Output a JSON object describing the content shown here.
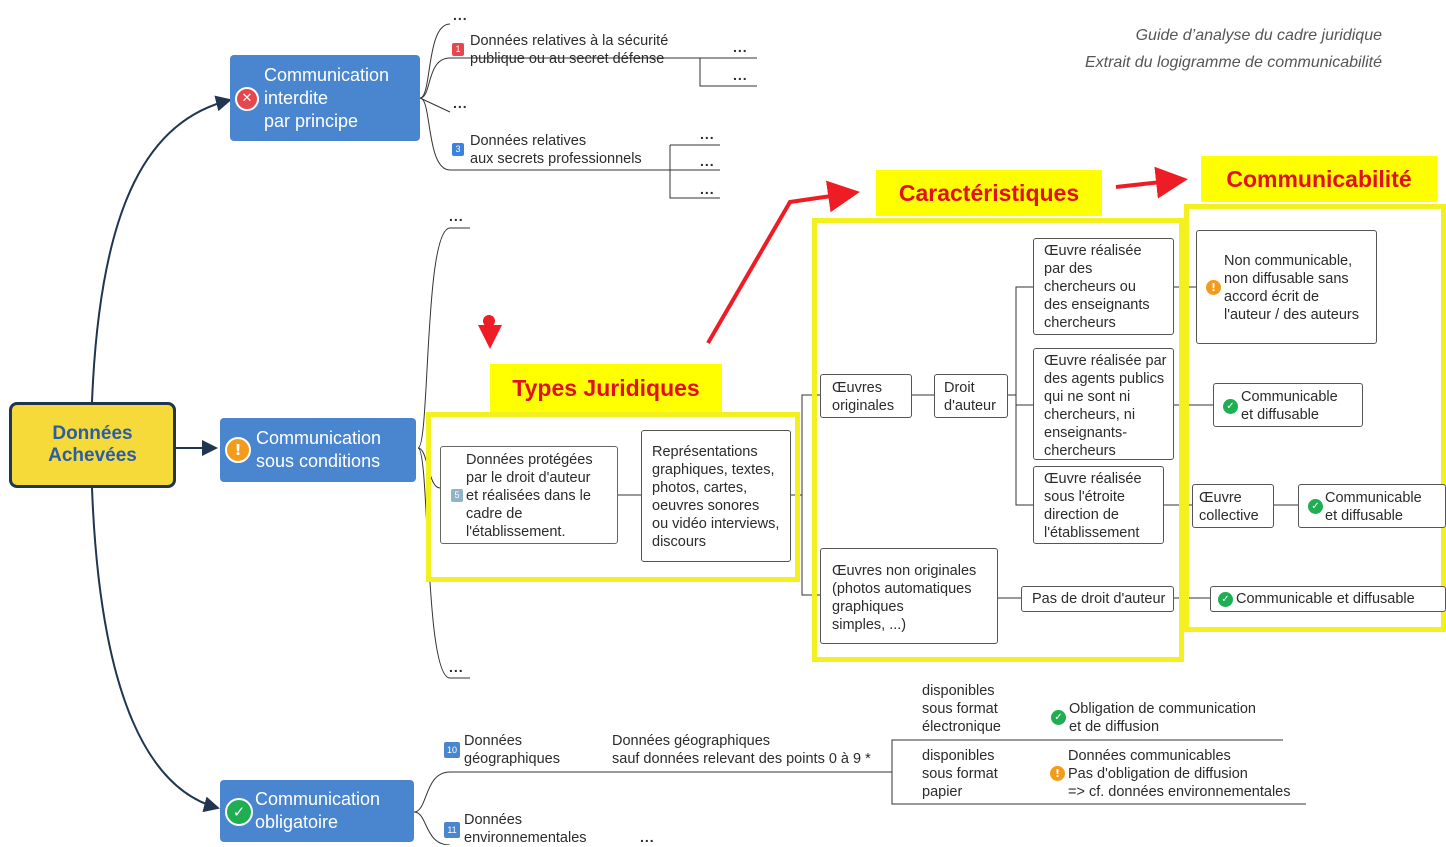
{
  "legend": {
    "line1": "Guide d’analyse du cadre juridique",
    "line2": "Extrait du logigramme de communicabilité"
  },
  "root": {
    "label": "Données\nAchevées",
    "color": "#f5da3a"
  },
  "categories": [
    {
      "label": "Communication\ninterdite\npar principe",
      "icon": "x-circle-icon"
    },
    {
      "label": "Communication\nsous conditions",
      "icon": "warning-icon"
    },
    {
      "label": "Communication\nobligatoire",
      "icon": "check-circle-icon"
    }
  ],
  "ellipsis": "...",
  "interdite": {
    "item1": {
      "num": "1",
      "label": "Données relatives à la sécurité\npublique ou au secret défense",
      "num_color": "#e5474f"
    },
    "item3": {
      "num": "3",
      "label": "Données relatives\naux secrets professionnels",
      "num_color": "#3b82e0"
    }
  },
  "conditions": {
    "item5": {
      "num": "5",
      "label": "Données protégées\npar le droit d'auteur\net réalisées dans le\ncadre de\nl'établissement."
    },
    "representations": "Représentations\ngraphiques, textes,\nphotos, cartes,\noeuvres sonores\nou vidéo interviews,\ndiscours",
    "oeuvres_originales": "Œuvres\noriginales",
    "droit_auteur": "Droit\nd'auteur",
    "oeuvres_non_originales": "Œuvres non originales\n(photos automatiques\ngraphiques\nsimples, ...)",
    "pas_droit": "Pas de droit d'auteur",
    "chercheurs": "Œuvre réalisée\npar des\nchercheurs ou\ndes enseignants\nchercheurs",
    "agents": "Œuvre réalisée par\ndes agents publics\nqui ne sont ni\nchercheurs, ni\nenseignants-\nchercheurs",
    "direction": "Œuvre réalisée\nsous l'étroite\ndirection de\nl'établissement",
    "collective": "Œuvre\ncollective",
    "non_communicable": "Non communicable,\nnon diffusable sans\naccord écrit de\nl'auteur / des auteurs",
    "communicable1": "Communicable\net diffusable",
    "communicable2": "Communicable\net diffusable",
    "communicable3": "Communicable et diffusable"
  },
  "annotations": {
    "types": "Types Juridiques",
    "caracteristiques": "Caractéristiques",
    "communicabilite": "Communicabilité",
    "arrow_color": "#ee1c24",
    "frame_color": "#f4ef20"
  },
  "obligatoire": {
    "item10": {
      "num": "10",
      "label": "Données\ngéographiques"
    },
    "item11": {
      "num": "11",
      "label": "Données\nenvironnementales"
    },
    "geo_sauf": "Données géographiques\nsauf données relevant des points 0 à 9 *",
    "electronique": "disponibles\nsous format\nélectronique",
    "obligation": "Obligation de communication\net de diffusion",
    "papier": "disponibles\nsous format\npapier",
    "communicables": "Données communicables\nPas d'obligation de diffusion\n=> cf. données environnementales"
  }
}
